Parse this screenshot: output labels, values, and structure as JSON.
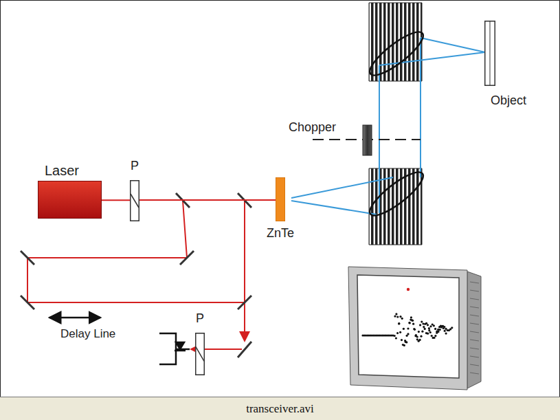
{
  "diagram": {
    "caption": "transceiver.avi",
    "nodes": [
      {
        "text": [
          "Laser"
        ]
      },
      {
        "text": [
          "P"
        ]
      },
      {
        "text": [
          "ZnTe"
        ]
      },
      {
        "text": [
          "Object"
        ]
      },
      {
        "text": [
          "P"
        ]
      }
    ],
    "edges": [
      {
        "from": 0,
        "to": 1,
        "arrow": "none"
      },
      {
        "from": 1,
        "to": 2,
        "arrow": "none"
      }
    ],
    "labels": [
      "Chopper",
      "Delay Line"
    ]
  }
}
